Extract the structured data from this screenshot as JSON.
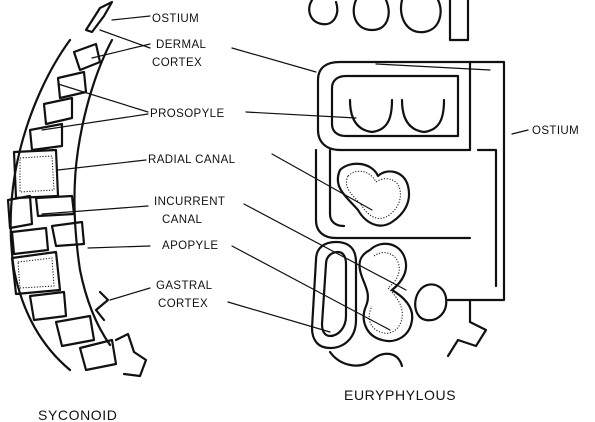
{
  "diagram": {
    "labels": {
      "ostium_left": "OSTIUM",
      "dermal_1": "DERMAL",
      "dermal_2": "CORTEX",
      "prosopyle": "PROSOPYLE",
      "radial_canal": "RADIAL CANAL",
      "incurrent_1": "INCURRENT",
      "incurrent_2": "CANAL",
      "apopyle": "APOPYLE",
      "gastral_1": "GASTRAL",
      "gastral_2": "CORTEX",
      "ostium_right": "OSTIUM"
    },
    "titles": {
      "left": "SYCONOID",
      "right": "EURYPHYLOUS"
    }
  }
}
